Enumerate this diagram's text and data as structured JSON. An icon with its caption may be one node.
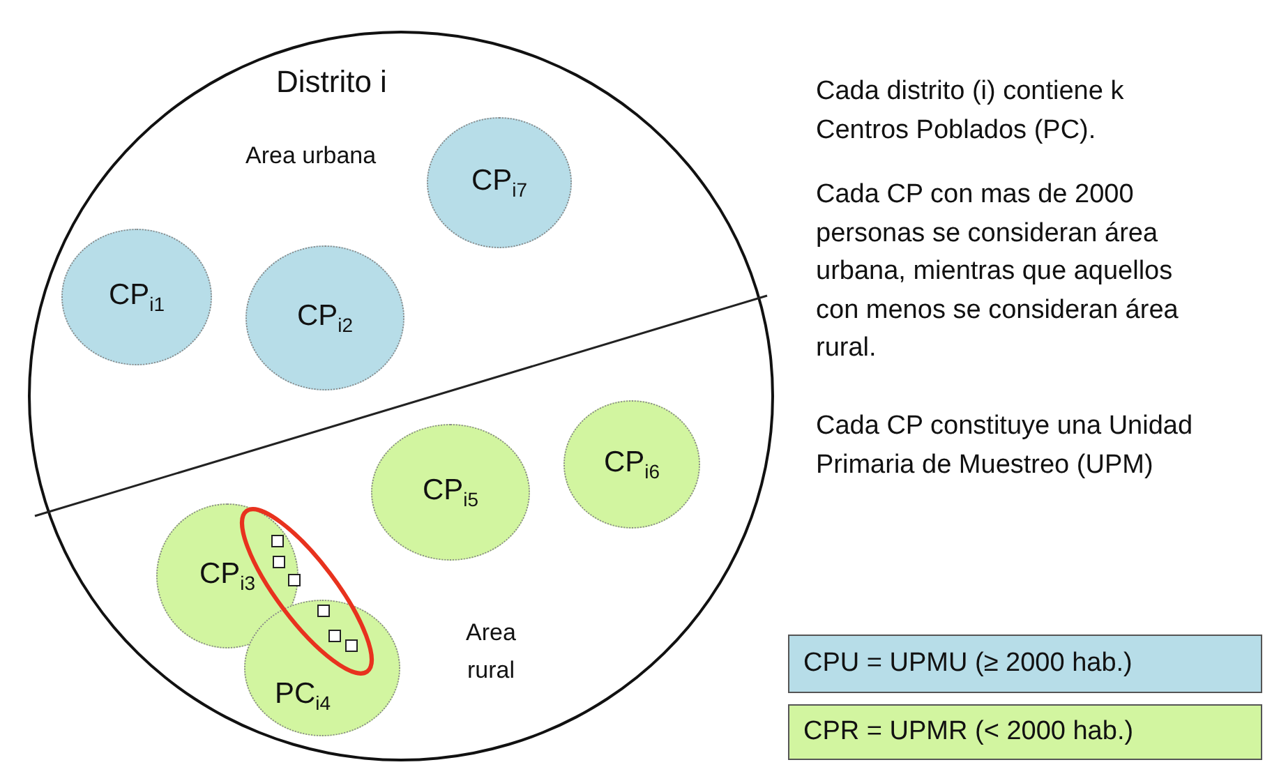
{
  "diagram": {
    "nodes": [
      {
        "text": [
          "Distrito i"
        ]
      },
      {
        "text": [
          "CP$_{i1}$"
        ],
        "in": 0
      },
      {
        "text": [
          "CP$_{i2}$"
        ],
        "in": 0
      },
      {
        "text": [
          "CP$_{i7}$"
        ],
        "in": 0
      },
      {
        "text": [
          "CP$_{i5}$"
        ],
        "in": 0
      },
      {
        "text": [
          "CP$_{i6}$"
        ],
        "in": 0
      },
      {
        "text": [
          "CP$_{i3}$"
        ],
        "in": 0
      },
      {
        "text": [
          "PC$_{i4}$"
        ],
        "in": 0
      }
    ],
    "edges": [],
    "labels": [
      "Area urbana",
      "Area rural",
      "Cada distrito (i) contiene k Centros Poblados (PC).",
      "Cada CP con mas de 2000 personas se consideran área urbana, mientras que aquellos con menos se consideran área rural.",
      "Cada CP constituye una Unidad Primaria de Muestreo (UPM)"
    ],
    "legend": [
      {
        "text": "CPU = UPMU (≥ 2000 hab.)",
        "color": "#b7dde8"
      },
      {
        "text": "CPR = UPMR (< 2000 hab.)",
        "color": "#d2f5a0"
      }
    ]
  }
}
